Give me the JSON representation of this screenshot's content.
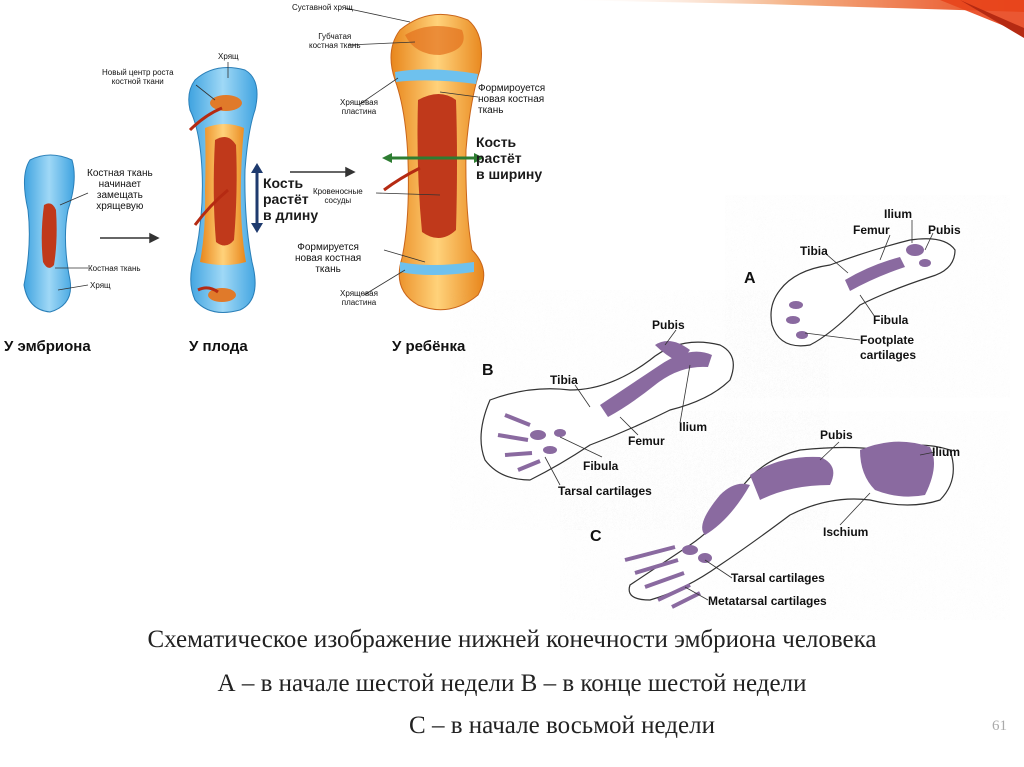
{
  "bone_diagram": {
    "stage_embryo": "У эмбриона",
    "stage_fetus": "У плода",
    "stage_child": "У ребёнка",
    "bone_replaces_cartilage": "Костная ткань\nначинает\nзамещать\nхрящевую",
    "bone_tissue": "Костная ткань",
    "cartilage_embryo": "Хрящ",
    "cartilage_fetus": "Хрящ",
    "new_center": "Новый центр роста\nкостной ткани",
    "grows_length": "Кость\nрастёт\nв длину",
    "joint_cartilage": "Суставной хрящ",
    "spongy_tissue": "Губчатая\nкостная ткань",
    "plate_top": "Хрящевая\nпластина",
    "forming_top": "Формироуется\nновая костная\nткань",
    "grows_width": "Кость\nрастёт\nв ширину",
    "vessels": "Кровеносные\nсосуды",
    "forming_bottom": "Формируется\nновая костная\nткань",
    "plate_bottom": "Хрящевая\nпластина"
  },
  "limb_diagram": {
    "A": {
      "letter": "A",
      "labels": [
        "Ilium",
        "Femur",
        "Pubis",
        "Tibia",
        "Fibula",
        "Footplate\ncartilages"
      ]
    },
    "B": {
      "letter": "B",
      "labels": [
        "Pubis",
        "Tibia",
        "Ilium",
        "Femur",
        "Fibula",
        "Tarsal cartilages"
      ]
    },
    "C": {
      "letter": "C",
      "labels": [
        "Pubis",
        "Ilium",
        "Ischium",
        "Tarsal cartilages",
        "Metatarsal cartilages"
      ]
    },
    "colors": {
      "cartilage": "#8a6aa0",
      "outline": "#333333"
    }
  },
  "caption": {
    "line1": "Схематическое изображение нижней конечности эмбриона человека",
    "line2": "А – в начале шестой недели  В – в конце шестой недели",
    "line3": "С – в начале восьмой недели"
  },
  "page_number": "61",
  "colors": {
    "bone_red": "#c0391b",
    "bone_orange": "#f2a52a",
    "cartilage_blue": "#6ec1ee",
    "accent_red": "#d9261c"
  }
}
